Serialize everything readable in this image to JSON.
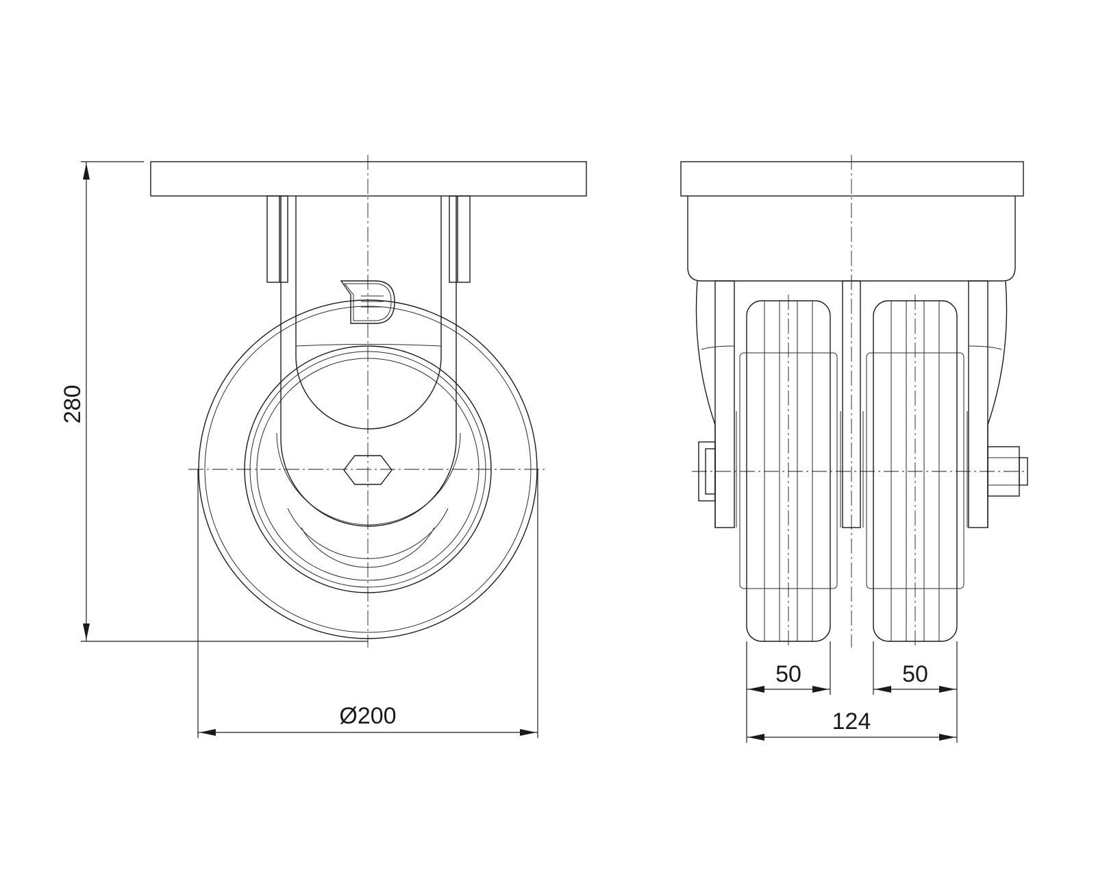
{
  "dimensions": {
    "height": "280",
    "diameter": "Ø200",
    "wheel_width_left": "50",
    "wheel_width_right": "50",
    "overall_width": "124"
  },
  "logo": {
    "icon": "d-logo-icon"
  },
  "colors": {
    "line": "#1a1a1a",
    "background": "#ffffff"
  }
}
